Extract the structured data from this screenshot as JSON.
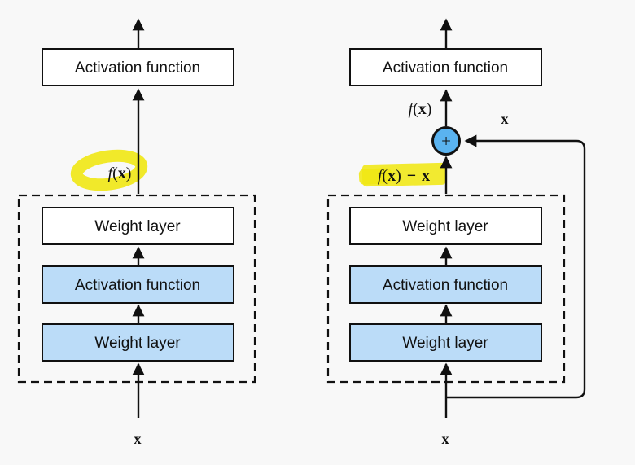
{
  "diagram": {
    "background": "#f8f8f8",
    "colors": {
      "box_white": "#ffffff",
      "box_blue": "#bbdcf8",
      "sum_circle_blue": "#5ab3f0",
      "highlighter_yellow": "#f0e713",
      "line_black": "#111111"
    },
    "labels": {
      "activation_function": "Activation function",
      "weight_layer": "Weight layer",
      "x": "x",
      "plus": "+"
    },
    "math": {
      "f": "f",
      "open": "(",
      "x_bold": "x",
      "close": ")",
      "minus": "−"
    },
    "annotations": {
      "left_highlight": "highlighter-ellipse-around-fx",
      "right_highlight": "highlighter-rect-over-fx-minus-x"
    }
  }
}
